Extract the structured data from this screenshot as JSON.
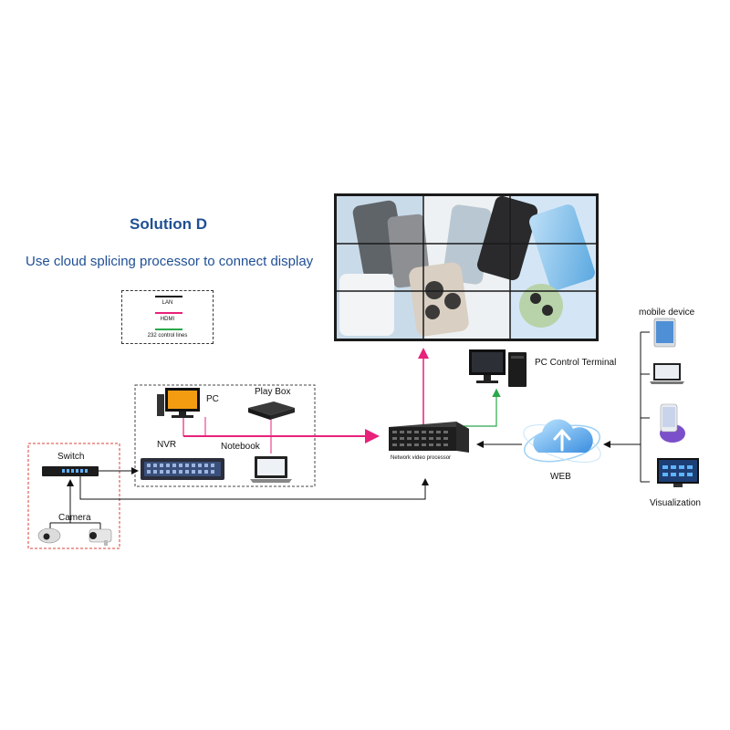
{
  "title": "Solution D",
  "subtitle": "Use cloud splicing processor to connect display",
  "legend": [
    {
      "label": "LAN",
      "color": "#111111"
    },
    {
      "label": "HDMI",
      "color": "#e8217a"
    },
    {
      "label": "232 control lines",
      "color": "#2aa84a"
    }
  ],
  "nodes": {
    "pc": "PC",
    "play_box": "Play Box",
    "nvr": "NVR",
    "notebook": "Notebook",
    "switch": "Switch",
    "camera": "Camera",
    "processor": "Network video processor",
    "pc_control": "PC Control Terminal",
    "web": "WEB",
    "mobile": "mobile device",
    "visualization": "Visualization"
  },
  "colors": {
    "hdmi": "#e8217a",
    "control": "#2aa84a",
    "lan": "#111111",
    "accent": "#1f4f94",
    "camera_box": "#d9403a"
  }
}
